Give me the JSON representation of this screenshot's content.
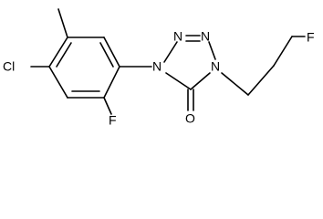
{
  "molecule": {
    "atoms": {
      "cl": "Cl",
      "f_aryl": "F",
      "f_chain": "F",
      "n_aryl": "N",
      "n_top_left": "N",
      "n_top_right": "N",
      "n_alkyl": "N",
      "o": "O"
    },
    "colors": {
      "bond": "#000000",
      "label": "#000000",
      "background": "#ffffff"
    }
  }
}
